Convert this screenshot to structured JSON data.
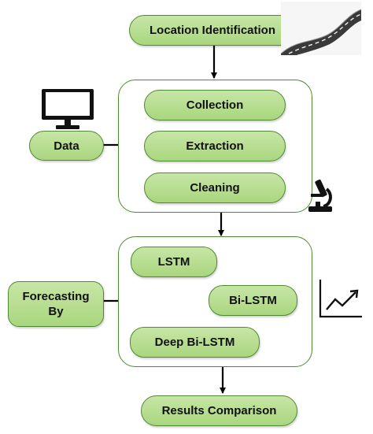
{
  "nodes": {
    "location": "Location Identification",
    "data": "Data",
    "collection": "Collection",
    "extraction": "Extraction",
    "cleaning": "Cleaning",
    "forecasting": "Forecasting\nBy",
    "lstm": "LSTM",
    "bilstm": "Bi-LSTM",
    "deep_bilstm": "Deep Bi-LSTM",
    "results": "Results Comparison"
  },
  "icons": [
    "road-icon",
    "computer-monitor-icon",
    "microscope-icon",
    "line-chart-icon"
  ],
  "colors": {
    "node_fill_top": "#c7e6a6",
    "node_fill_bottom": "#a9d67e",
    "node_border": "#4f8a32",
    "arrow": "#000000"
  }
}
